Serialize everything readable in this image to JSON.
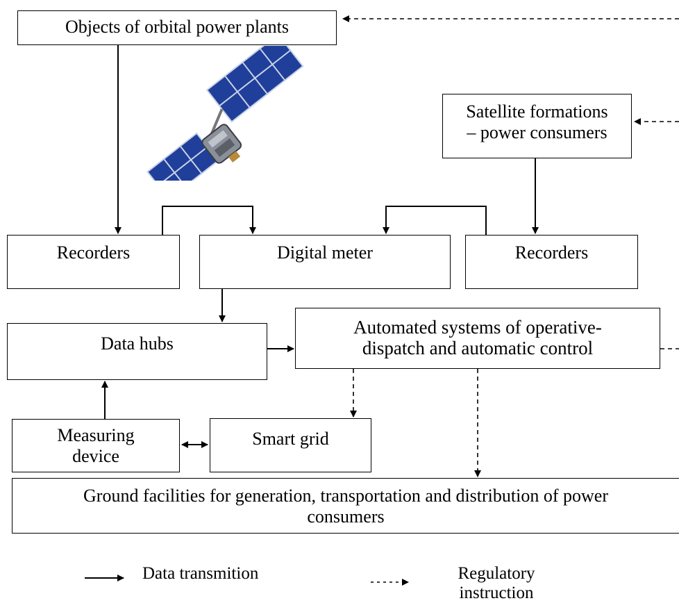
{
  "boxes": {
    "orbital_plants": "Objects of orbital power plants",
    "satellite_formations_line1": "Satellite formations",
    "satellite_formations_line2": "– power consumers",
    "recorders_left": "Recorders",
    "digital_meter": "Digital meter",
    "recorders_right": "Recorders",
    "data_hubs": "Data hubs",
    "automated_line1": "Automated systems of operative-",
    "automated_line2": "dispatch and automatic control",
    "measuring_line1": "Measuring",
    "measuring_line2": "device",
    "smart_grid": "Smart grid",
    "ground_line1": "Ground facilities for generation, transportation and distribution of power",
    "ground_line2": "consumers"
  },
  "legend": {
    "data_transmission": "Data transmition",
    "regulatory_line1": "Regulatory",
    "regulatory_line2": "instruction"
  },
  "colors": {
    "panel": "#1f3f9a",
    "panel_dark": "#0f2460",
    "body_metal": "#8a8f99"
  }
}
